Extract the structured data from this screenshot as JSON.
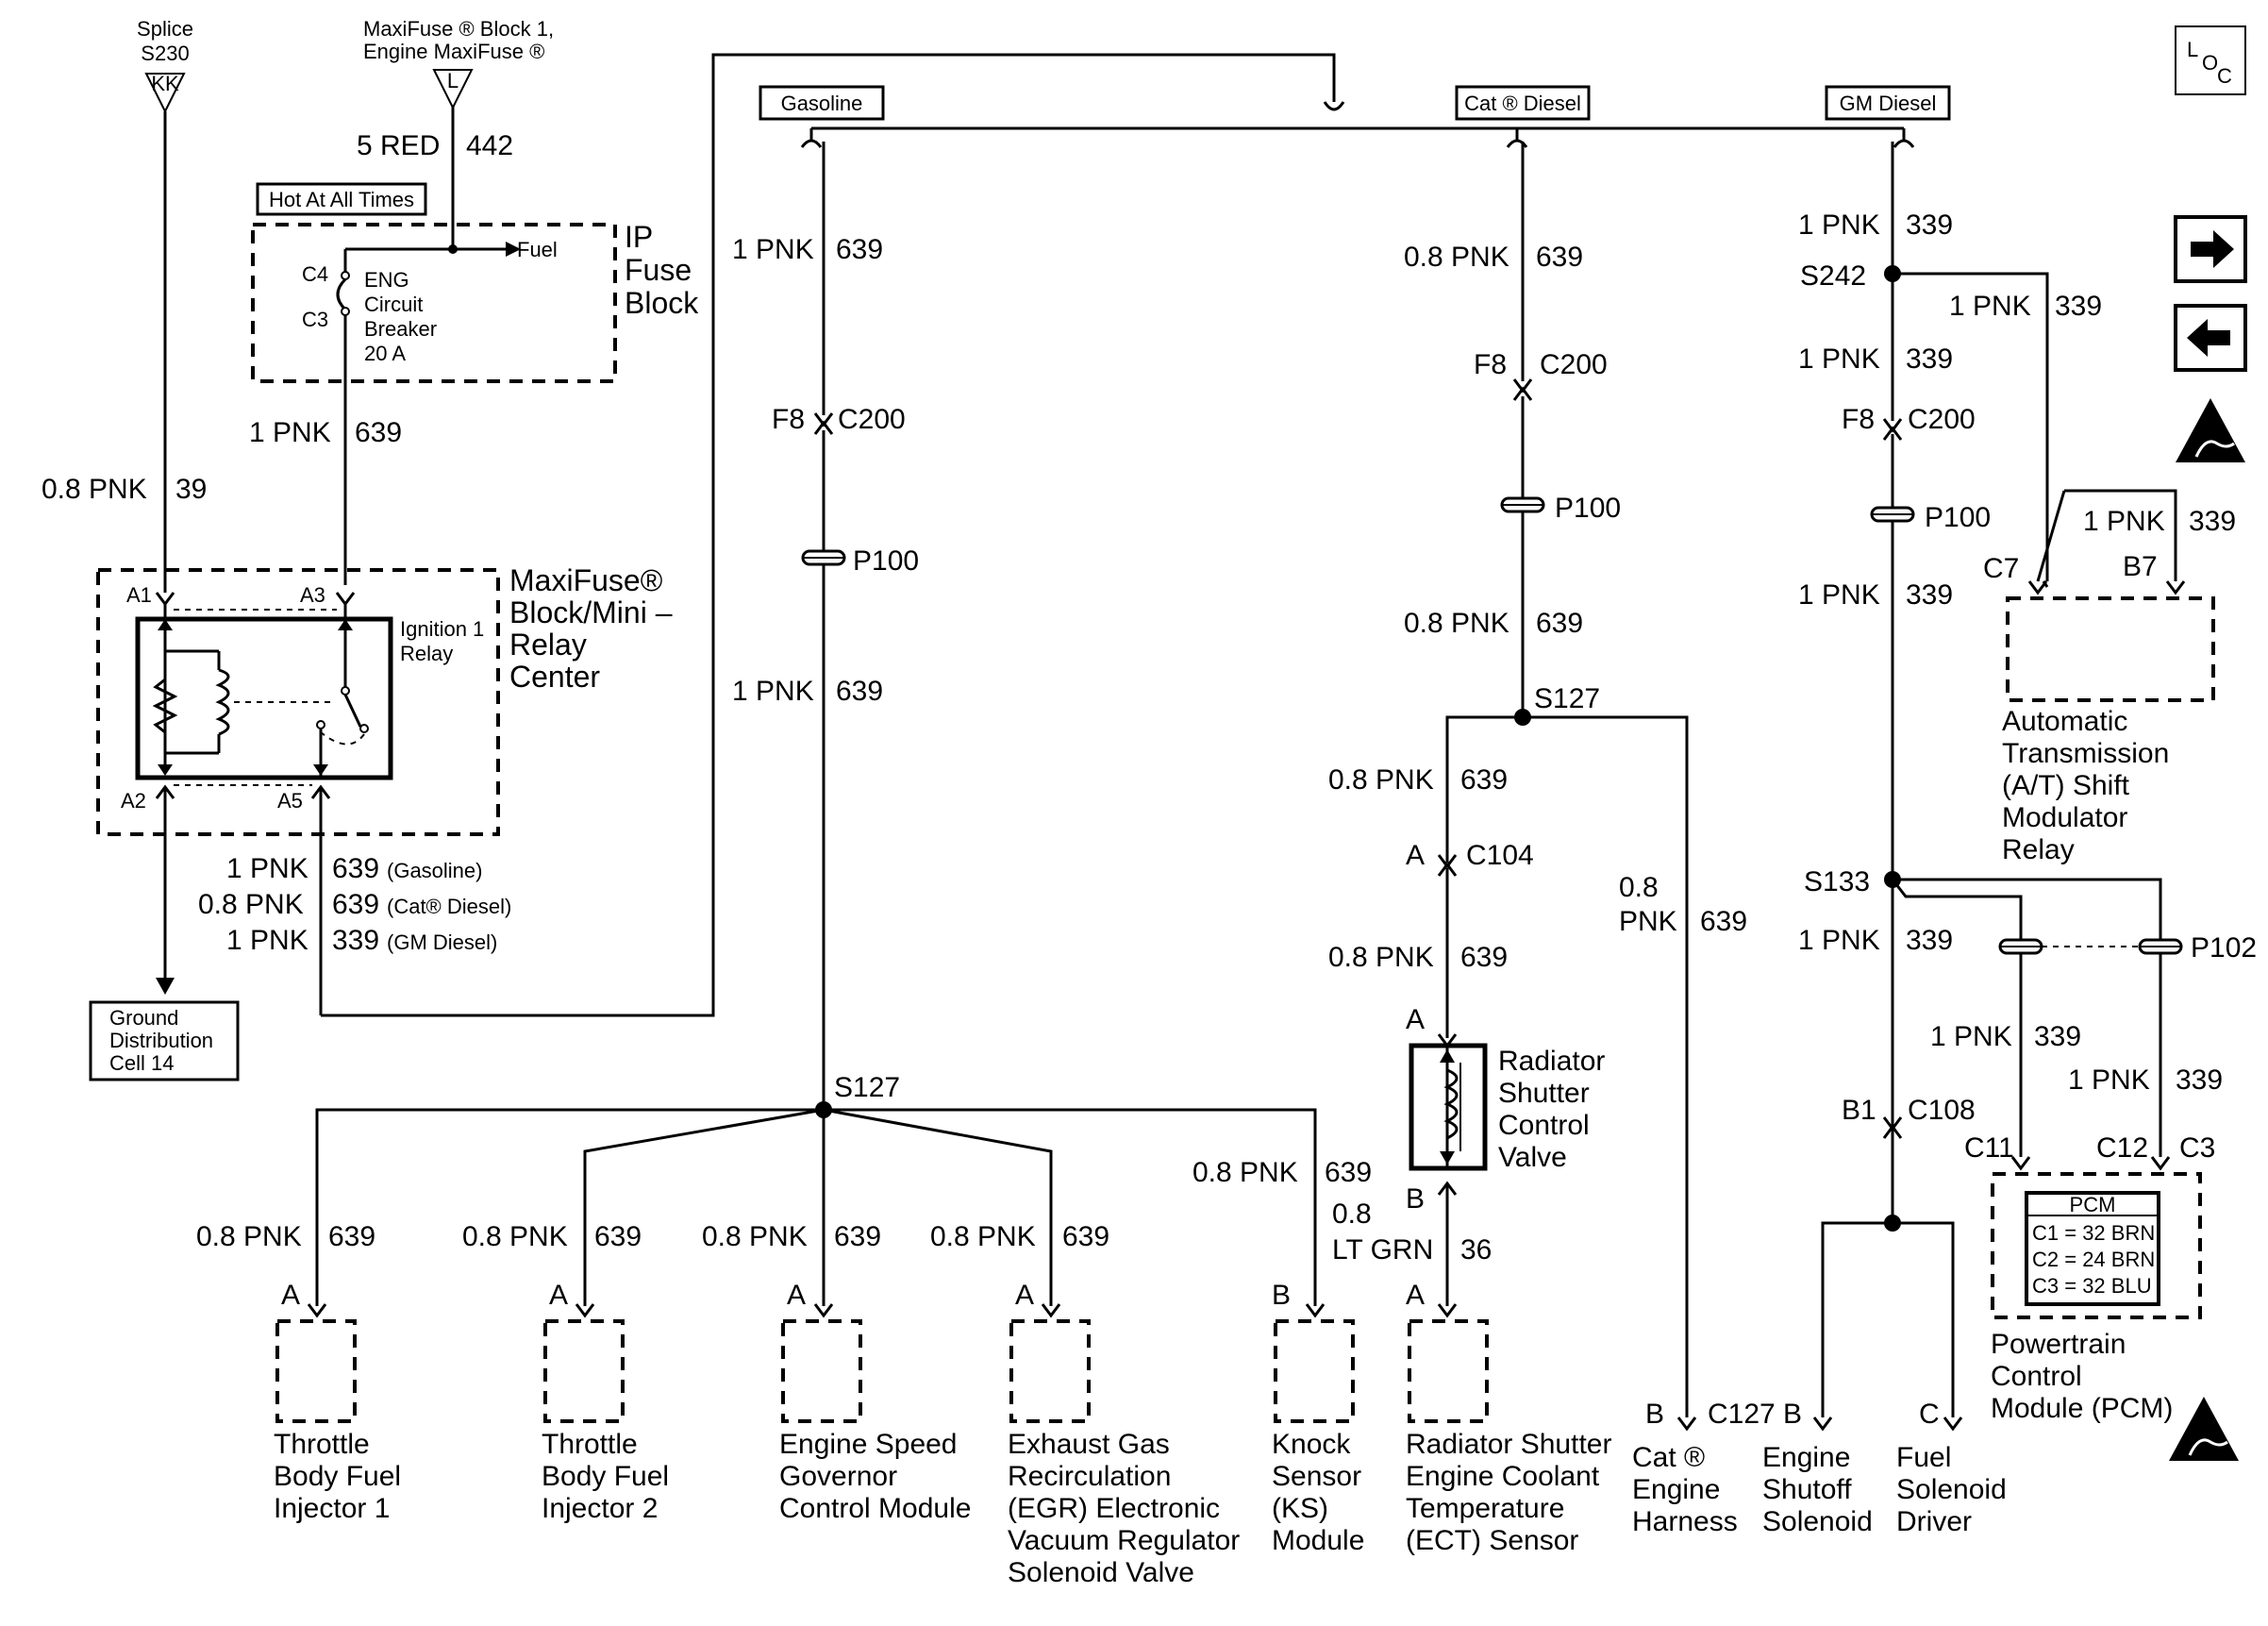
{
  "top": {
    "splice": [
      "Splice",
      "S230"
    ],
    "splice_tag": "KK",
    "maxifuse": [
      "MaxiFuse ® Block 1,",
      "Engine MaxiFuse ®"
    ],
    "maxifuse_tag": "L",
    "wire_5red": "5 RED",
    "wire_442": "442",
    "loc": "LOC",
    "loc_l": "L",
    "loc_o": "O",
    "loc_c": "C"
  },
  "fuse_block": {
    "hot_label": "Hot At All Times",
    "fuel": "Fuel",
    "c4": "C4",
    "c3": "C3",
    "breaker": [
      "ENG",
      "Circuit",
      "Breaker",
      "20 A"
    ],
    "title": [
      "IP",
      "Fuse",
      "Block"
    ],
    "out_gauge": "1 PNK",
    "out_circuit": "639"
  },
  "relay_center": {
    "in_gauge": "0.8 PNK",
    "in_circuit": "39",
    "a1": "A1",
    "a3": "A3",
    "a2": "A2",
    "a5": "A5",
    "relay": [
      "Ignition 1",
      "Relay"
    ],
    "title": [
      "MaxiFuse®",
      "Block/Mini –",
      "Relay",
      "Center"
    ],
    "outputs": [
      {
        "gauge": "1 PNK",
        "circuit": "639",
        "note": "(Gasoline)"
      },
      {
        "gauge": "0.8 PNK",
        "circuit": "639",
        "note": "(Cat® Diesel)"
      },
      {
        "gauge": "1 PNK",
        "circuit": "339",
        "note": "(GM Diesel)"
      }
    ],
    "ground": [
      "Ground",
      "Distribution",
      "Cell 14"
    ]
  },
  "options": {
    "gasoline": "Gasoline",
    "cat": "Cat ® Diesel",
    "gm": "GM Diesel"
  },
  "gasoline": {
    "w1": "1 PNK",
    "c1": "639",
    "f8": "F8",
    "c200": "C200",
    "p100": "P100",
    "w2": "1 PNK",
    "c2": "639",
    "s127": "S127",
    "branches": [
      {
        "gauge": "0.8 PNK",
        "circuit": "639",
        "pin": "A",
        "name": [
          "Throttle",
          "Body Fuel",
          "Injector 1"
        ]
      },
      {
        "gauge": "0.8 PNK",
        "circuit": "639",
        "pin": "A",
        "name": [
          "Throttle",
          "Body Fuel",
          "Injector 2"
        ]
      },
      {
        "gauge": "0.8 PNK",
        "circuit": "639",
        "pin": "A",
        "name": [
          "Engine Speed",
          "Governor",
          "Control Module"
        ]
      },
      {
        "gauge": "0.8 PNK",
        "circuit": "639",
        "pin": "A",
        "name": [
          "Exhaust Gas",
          "Recirculation",
          "(EGR) Electronic",
          "Vacuum Regulator",
          "Solenoid Valve"
        ]
      },
      {
        "gauge": "0.8 PNK",
        "circuit": "639",
        "pin": "B",
        "name": [
          "Knock",
          "Sensor",
          "(KS)",
          "Module"
        ]
      }
    ]
  },
  "cat_diesel": {
    "w1": "0.8 PNK",
    "c1": "639",
    "f8": "F8",
    "c200": "C200",
    "p100": "P100",
    "w2": "0.8 PNK",
    "c2": "639",
    "s127": "S127",
    "w3": "0.8 PNK",
    "c3": "639",
    "c104_pin": "A",
    "c104": "C104",
    "w4": "0.8 PNK",
    "c4": "639",
    "valve_pin_a": "A",
    "valve": [
      "Radiator",
      "Shutter",
      "Control",
      "Valve"
    ],
    "valve_pin_b": "B",
    "w5a": "0.8",
    "w5b": "LT GRN",
    "c5": "36",
    "ect_pin": "A",
    "ect": [
      "Radiator Shutter",
      "Engine Coolant",
      "Temperature",
      "(ECT) Sensor"
    ],
    "harness_w1": "0.8",
    "harness_w2": "PNK",
    "harness_c": "639",
    "harness_pin": "B",
    "harness_conn": "C127",
    "harness": [
      "Cat ®",
      "Engine",
      "Harness"
    ]
  },
  "gm_diesel": {
    "w1": "1 PNK",
    "c1": "339",
    "s242": "S242",
    "w_tcm": "1 PNK",
    "c_tcm": "339",
    "w2": "1 PNK",
    "c2": "339",
    "f8": "F8",
    "c200": "C200",
    "p100": "P100",
    "w3": "1 PNK",
    "c3": "339",
    "relay_w": "1 PNK",
    "relay_c": "339",
    "c7": "C7",
    "b7": "B7",
    "relay": [
      "Automatic",
      "Transmission",
      "(A/T) Shift",
      "Modulator",
      "Relay"
    ],
    "s133": "S133",
    "w4": "1 PNK",
    "c4": "339",
    "p102": "P102",
    "w5": "1 PNK",
    "c5": "339",
    "w6": "1 PNK",
    "c6": "339",
    "b1": "B1",
    "c108": "C108",
    "c11": "C11",
    "c12": "C12",
    "c3pin": "C3",
    "pcm_box": [
      "PCM",
      "C1 = 32 BRN",
      "C2 = 24 BRN",
      "C3 = 32 BLU"
    ],
    "pcm": [
      "Powertrain",
      "Control",
      "Module (PCM)"
    ],
    "shutoff_pin": "B",
    "shutoff": [
      "Engine",
      "Shutoff",
      "Solenoid"
    ],
    "driver_pin": "C",
    "driver": [
      "Fuel",
      "Solenoid",
      "Driver"
    ]
  },
  "icons": [
    "right-arrow-icon",
    "left-arrow-icon",
    "esd-warning-icon"
  ]
}
